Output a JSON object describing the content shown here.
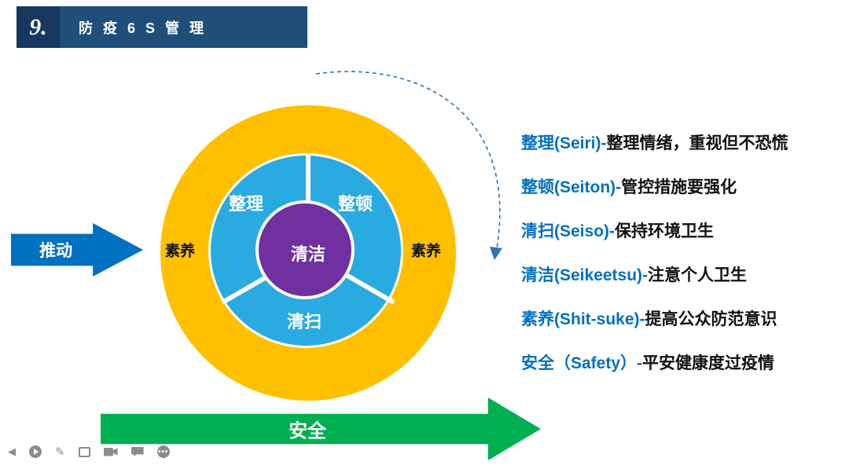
{
  "header": {
    "number": "9.",
    "title": "防 疫 6 S 管 理"
  },
  "diagram": {
    "push_label": "推动",
    "safety_label": "安全",
    "left_ring_label": "素养",
    "right_ring_label": "素养",
    "sector_top_left": "整理",
    "sector_top_right": "整顿",
    "sector_bottom": "清扫",
    "center_label": "清洁"
  },
  "legend": [
    {
      "term": "整理(Seiri)-",
      "desc": "整理情绪，重视但不恐慌"
    },
    {
      "term": "整顿(Seiton)-",
      "desc": "管控措施要强化"
    },
    {
      "term": "清扫(Seiso)-",
      "desc": "保持环境卫生"
    },
    {
      "term": "清洁(Seikeetsu)-",
      "desc": "注意个人卫生"
    },
    {
      "term": "素养(Shit-suke)-",
      "desc": "提高公众防范意识"
    },
    {
      "term": "安全（Safety）-",
      "desc": "平安健康度过疫情"
    }
  ],
  "toolbar": {
    "icons": [
      "back-icon",
      "play-icon",
      "pencil-icon",
      "screenshot-icon",
      "video-icon",
      "chat-icon",
      "more-icon"
    ],
    "more_glyph": "•••"
  },
  "colors": {
    "header_bar": "#1F4E79",
    "header_number_box": "#17375E",
    "outer_ring": "#FFC000",
    "inner_ring": "#29ABE2",
    "center_circle": "#7030A0",
    "push_arrow": "#0070C0",
    "safety_arrow": "#00B050",
    "term_blue": "#0070C0",
    "dashed_arc": "#2E75B6"
  }
}
